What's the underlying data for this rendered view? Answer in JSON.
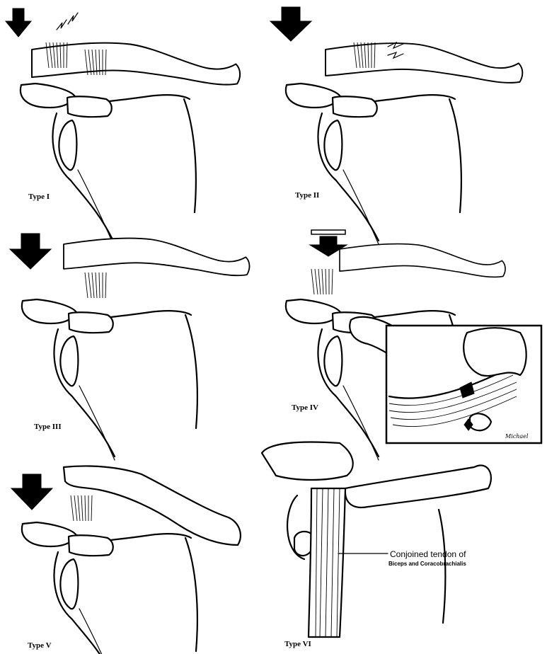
{
  "panels": [
    {
      "label": "Type I"
    },
    {
      "label": "Type II"
    },
    {
      "label": "Type III"
    },
    {
      "label": "Type IV"
    },
    {
      "label": "Type V"
    },
    {
      "label": "Type VI"
    }
  ],
  "callout": {
    "line1": "Conjoined tendon of",
    "line2": "Biceps and Coracobrachialis"
  },
  "signature": "Michael"
}
